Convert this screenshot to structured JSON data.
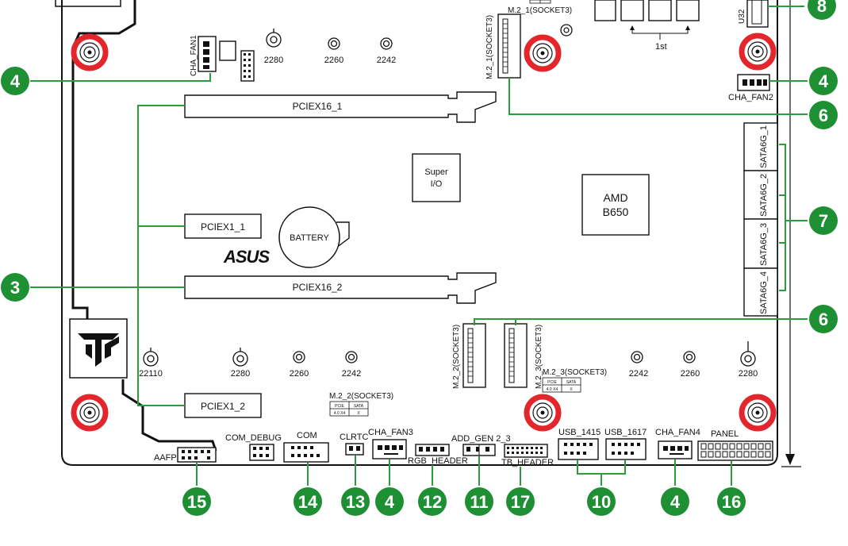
{
  "colors": {
    "callout": "#1f8f34",
    "leader": "#2a9d3a",
    "mount_ring": "#e3262b"
  },
  "components": {
    "chipset": [
      "AMD",
      "B650"
    ],
    "super_io": [
      "Super",
      "I/O"
    ],
    "battery": "BATTERY",
    "brand_logo": "ASUS",
    "pciex16_1": "PCIEX16_1",
    "pciex16_2": "PCIEX16_2",
    "pciex1_1": "PCIEX1_1",
    "pciex1_2": "PCIEX1_2",
    "cha_fan1": "CHA_FAN1",
    "cha_fan2": "CHA_FAN2",
    "cha_fan3": "CHA_FAN3",
    "cha_fan4": "CHA_FAN4",
    "m2_1_vertical": "M.2_1(SOCKET3)",
    "m2_1_top": "M.2_1(SOCKET3)",
    "m2_2_vertical": "M.2_2(SOCKET3)",
    "m2_2_label": "M.2_2(SOCKET3)",
    "m2_3_vertical": "M.2_3(SOCKET3)",
    "m2_3_label": "M.2_3(SOCKET3)",
    "sata": [
      "SATA6G_1",
      "SATA6G_2",
      "SATA6G_3",
      "SATA6G_4"
    ],
    "u32": "U32",
    "one_st": "1st",
    "aafp": "AAFP",
    "com_debug": "COM_DEBUG",
    "com": "COM",
    "clrtc": "CLRTC",
    "rgb_header": "RGB_HEADER",
    "add_gen": "ADD_GEN 2_3",
    "tb_header": "TB_HEADER",
    "usb_1415": "USB_1415",
    "usb_1617": "USB_1617",
    "panel": "PANEL",
    "table_headers": [
      "PCIE",
      "SATA"
    ],
    "table_values": [
      "4.0 X4",
      "X"
    ]
  },
  "standoffs": {
    "top": [
      "2280",
      "2260",
      "2242"
    ],
    "bottom": [
      "22110",
      "2280",
      "2260",
      "2242"
    ],
    "right": [
      "2242",
      "2260",
      "2280"
    ]
  },
  "callouts": {
    "c8": "8",
    "c4_tr": "4",
    "c6_top": "6",
    "c7": "7",
    "c6_mid": "6",
    "c4_left": "4",
    "c3": "3",
    "c15": "15",
    "c14": "14",
    "c13": "13",
    "c4_b1": "4",
    "c12": "12",
    "c11": "11",
    "c17": "17",
    "c10": "10",
    "c4_b2": "4",
    "c16": "16"
  }
}
